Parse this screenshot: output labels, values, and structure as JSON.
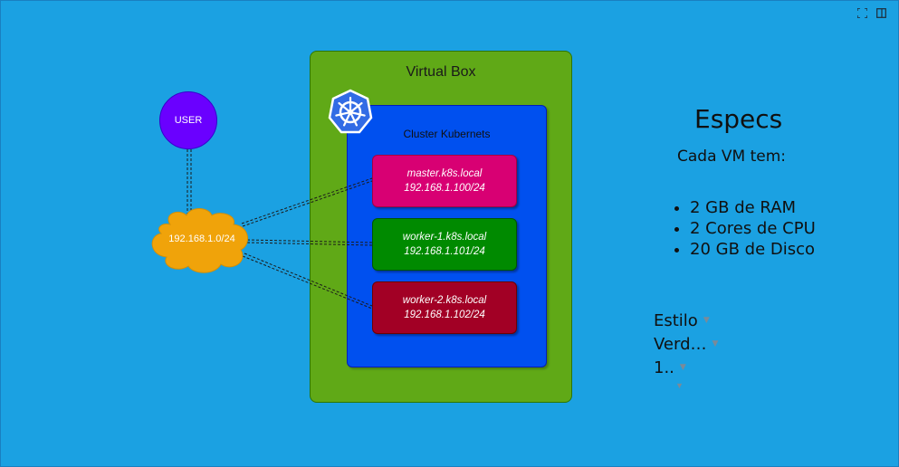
{
  "diagram": {
    "virtualbox_label": "Virtual Box",
    "cluster_label": "Cluster Kubernets",
    "user_label": "USER",
    "network_label": "192.168.1.0/24",
    "nodes": [
      {
        "name": "master.k8s.local",
        "ip": "192.168.1.100/24",
        "color": "#d80073"
      },
      {
        "name": "worker-1.k8s.local",
        "ip": "192.168.1.101/24",
        "color": "#008a00"
      },
      {
        "name": "worker-2.k8s.local",
        "ip": "192.168.1.102/24",
        "color": "#a20025"
      }
    ],
    "colors": {
      "background": "#1ba1e2",
      "virtualbox": "#60a917",
      "cluster": "#0050ef",
      "user": "#6a00ff",
      "cloud": "#f0a30a"
    }
  },
  "specs": {
    "title": "Especs",
    "subtitle": "Cada VM tem:",
    "items": [
      "2 GB de RAM",
      "2 Cores de CPU",
      "20 GB de Disco"
    ]
  },
  "style_controls": {
    "rows": [
      "Estilo",
      "Verd…",
      "1.."
    ]
  },
  "toolbar": {
    "icons": [
      "fullscreen-icon",
      "panel-toggle-icon"
    ]
  }
}
